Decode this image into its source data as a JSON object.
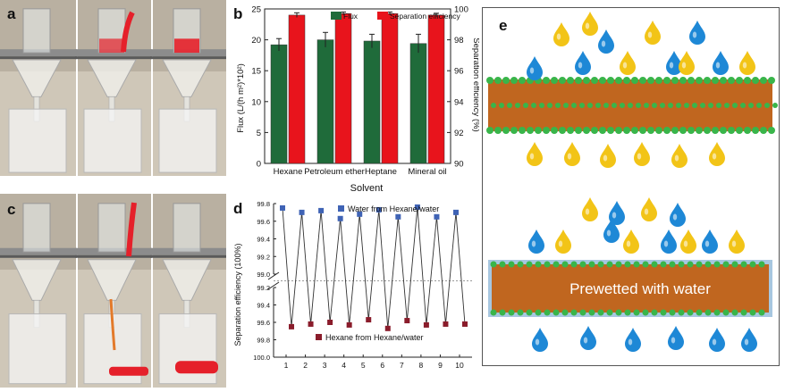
{
  "panels": {
    "a": {
      "label": "a"
    },
    "b": {
      "label": "b"
    },
    "c": {
      "label": "c"
    },
    "d": {
      "label": "d"
    },
    "e": {
      "label": "e",
      "membrane_label": "Prewetted with water"
    }
  },
  "colors": {
    "flux": "#1f6b3a",
    "separation": "#e8141c",
    "series_water": "#3f63b5",
    "series_hexane": "#8a1c2b",
    "membrane": "#c0661f",
    "coating": "#39b54a",
    "water_drop": "#1e88d6",
    "oil_drop": "#f2c417",
    "red_dye": "#e5202a"
  },
  "chart_data": [
    {
      "panel": "b",
      "type": "bar",
      "categories": [
        "Hexane",
        "Petroleum ether",
        "Heptane",
        "Mineral oil"
      ],
      "series": [
        {
          "name": "Flux",
          "axis": "left",
          "values": [
            19.2,
            20.0,
            19.8,
            19.4
          ],
          "errors": [
            1.0,
            1.2,
            1.1,
            1.5
          ]
        },
        {
          "name": "Separation efficiency",
          "axis": "right",
          "values": [
            99.6,
            99.7,
            99.7,
            99.6
          ],
          "errors": [
            0.15,
            0.1,
            0.1,
            0.12
          ]
        }
      ],
      "xlabel": "Solvent",
      "ylabel": "Flux (L/(h m²)*10²)",
      "y2label": "Separation efficiency (%)",
      "ylim": [
        0,
        25
      ],
      "y2lim": [
        90,
        100
      ],
      "yticks": [
        "0",
        "5",
        "10",
        "15",
        "20",
        "25"
      ],
      "y2ticks": [
        "90",
        "92",
        "94",
        "96",
        "98",
        "100"
      ],
      "legend": "top-right"
    },
    {
      "panel": "d",
      "type": "line",
      "x": [
        1,
        2,
        3,
        4,
        5,
        6,
        7,
        8,
        9,
        10
      ],
      "xticks": [
        "1",
        "2",
        "3",
        "4",
        "5",
        "6",
        "7",
        "8",
        "9",
        "10"
      ],
      "series": [
        {
          "name": "Water from Hexane/water",
          "values": [
            99.75,
            99.7,
            99.72,
            99.63,
            99.68,
            99.73,
            99.65,
            99.76,
            99.65,
            99.7
          ]
        },
        {
          "name": "Hexane from Hexane/water",
          "values": [
            99.65,
            99.62,
            99.6,
            99.63,
            99.57,
            99.67,
            99.58,
            99.63,
            99.62,
            99.62
          ]
        }
      ],
      "ylabel": "Separation efficiency (100%)",
      "upper_ylim": [
        99.0,
        99.8
      ],
      "upper_yticks": [
        "99.8",
        "99.6",
        "99.4",
        "99.2",
        "99.0"
      ],
      "lower_ylim": [
        99.2,
        100.0
      ],
      "lower_yticks": [
        "99.2",
        "99.4",
        "99.6",
        "99.8",
        "100.0"
      ],
      "legend": "inside"
    }
  ]
}
